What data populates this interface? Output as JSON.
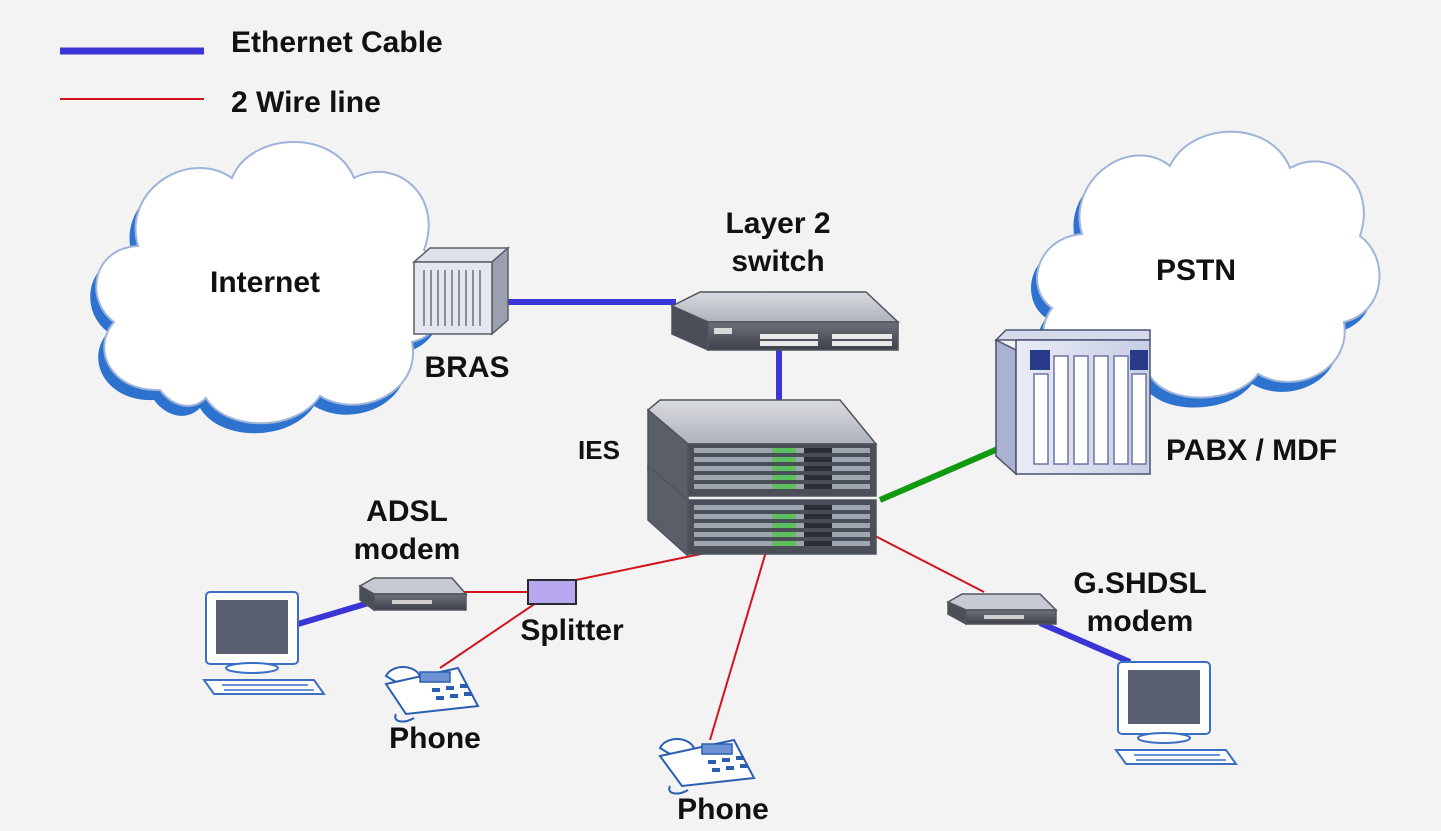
{
  "legend": {
    "ethernet": {
      "label": "Ethernet Cable",
      "color": "#3b35d6"
    },
    "two_wire": {
      "label": "2 Wire line",
      "color": "#d4141c"
    }
  },
  "link_colors": {
    "pabx_link": "#0f9a0f"
  },
  "nodes": {
    "internet": {
      "label": "Internet"
    },
    "bras": {
      "label": "BRAS"
    },
    "switch": {
      "label_line1": "Layer 2",
      "label_line2": "switch"
    },
    "pstn": {
      "label": "PSTN"
    },
    "pabx": {
      "label": "PABX / MDF"
    },
    "ies": {
      "label": "IES"
    },
    "adsl_modem": {
      "label_line1": "ADSL",
      "label_line2": "modem"
    },
    "splitter": {
      "label": "Splitter"
    },
    "phone_left": {
      "label": "Phone"
    },
    "phone_center": {
      "label": "Phone"
    },
    "gshdsl_modem": {
      "label_line1": "G.SHDSL",
      "label_line2": "modem"
    }
  }
}
